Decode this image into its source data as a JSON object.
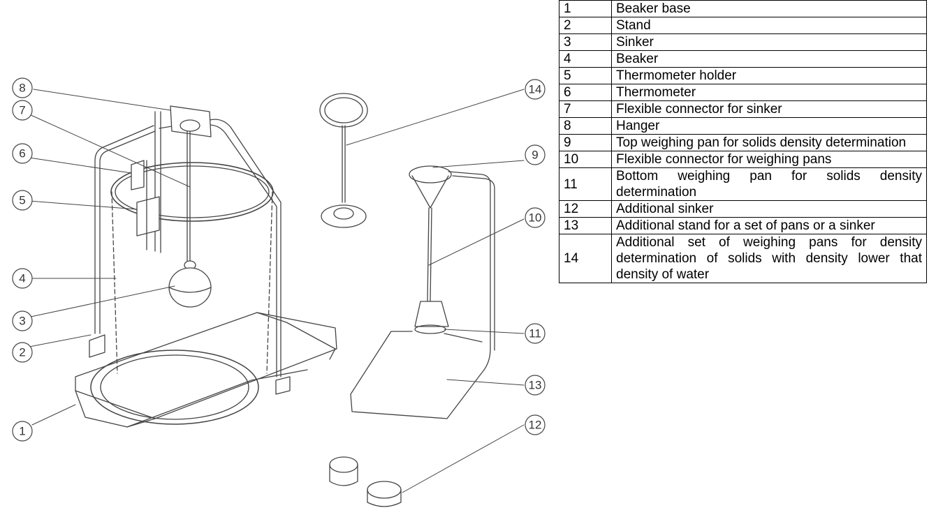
{
  "legend": [
    {
      "num": "1",
      "desc": "Beaker base"
    },
    {
      "num": "2",
      "desc": "Stand"
    },
    {
      "num": "3",
      "desc": "Sinker"
    },
    {
      "num": "4",
      "desc": "Beaker"
    },
    {
      "num": "5",
      "desc": "Thermometer holder"
    },
    {
      "num": "6",
      "desc": "Thermometer"
    },
    {
      "num": "7",
      "desc": "Flexible connector for sinker"
    },
    {
      "num": "8",
      "desc": "Hanger"
    },
    {
      "num": "9",
      "desc": "Top weighing pan for solids density determination"
    },
    {
      "num": "10",
      "desc": "Flexible connector for weighing pans"
    },
    {
      "num": "11",
      "desc": "Bottom weighing pan for solids density determination"
    },
    {
      "num": "12",
      "desc": "Additional sinker"
    },
    {
      "num": "13",
      "desc": "Additional stand for a set of pans or a sinker"
    },
    {
      "num": "14",
      "desc": "Additional set of weighing pans for density determination of solids with density lower that density of water"
    }
  ],
  "callouts": [
    "1",
    "2",
    "3",
    "4",
    "5",
    "6",
    "7",
    "8",
    "9",
    "10",
    "11",
    "12",
    "13",
    "14"
  ]
}
